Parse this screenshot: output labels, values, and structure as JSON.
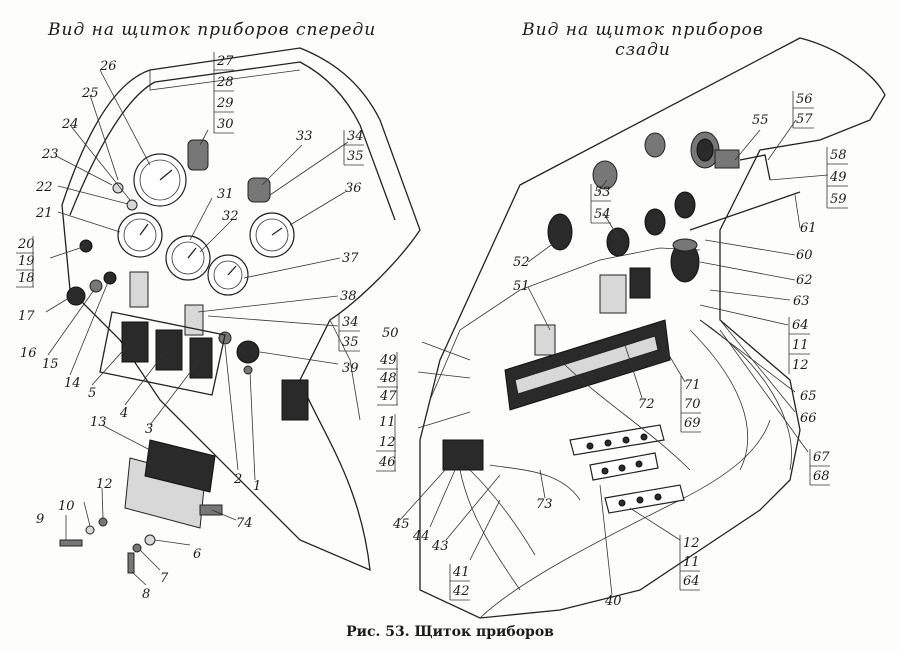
{
  "headings": {
    "front_view": "Вид на щиток приборов спереди",
    "rear_view_line1": "Вид на щиток приборов",
    "rear_view_line2": "сзади"
  },
  "caption": "Рис. 53. Щиток приборов",
  "front_labels": {
    "l1": "1",
    "l2": "2",
    "l3": "3",
    "l4": "4",
    "l5": "5",
    "l6": "6",
    "l7": "7",
    "l8": "8",
    "l9": "9",
    "l10": "10",
    "l12": "12",
    "l13": "13",
    "l14": "14",
    "l15": "15",
    "l16": "16",
    "l17": "17",
    "l18": "18",
    "l19": "19",
    "l20": "20",
    "l21": "21",
    "l22": "22",
    "l23": "23",
    "l24": "24",
    "l25": "25",
    "l26": "26",
    "l27": "27",
    "l28": "28",
    "l29": "29",
    "l30": "30",
    "l31": "31",
    "l32": "32",
    "l33": "33",
    "l34a": "34",
    "l35a": "35",
    "l36": "36",
    "l37": "37",
    "l38": "38",
    "l34b": "34",
    "l35b": "35",
    "l39": "39",
    "l74": "74"
  },
  "rear_labels": {
    "l50": "50",
    "l49": "49",
    "l48": "48",
    "l47": "47",
    "l11": "11",
    "l12": "12",
    "l46": "46",
    "l45": "45",
    "l44": "44",
    "l43": "43",
    "l41": "41",
    "l42": "42",
    "l73": "73",
    "l40": "40",
    "l12b": "12",
    "l11b": "11",
    "l64b": "64",
    "l72": "72",
    "l71": "71",
    "l70": "70",
    "l69": "69",
    "l67": "67",
    "l68": "68",
    "l66": "66",
    "l65": "65",
    "l64": "64",
    "l11c": "11",
    "l12c": "12",
    "l63": "63",
    "l62": "62",
    "l60": "60",
    "l61": "61",
    "l58": "58",
    "l49b": "49",
    "l59": "59",
    "l56": "56",
    "l57": "57",
    "l55": "55",
    "l53": "53",
    "l54": "54",
    "l52": "52",
    "l51": "51"
  }
}
